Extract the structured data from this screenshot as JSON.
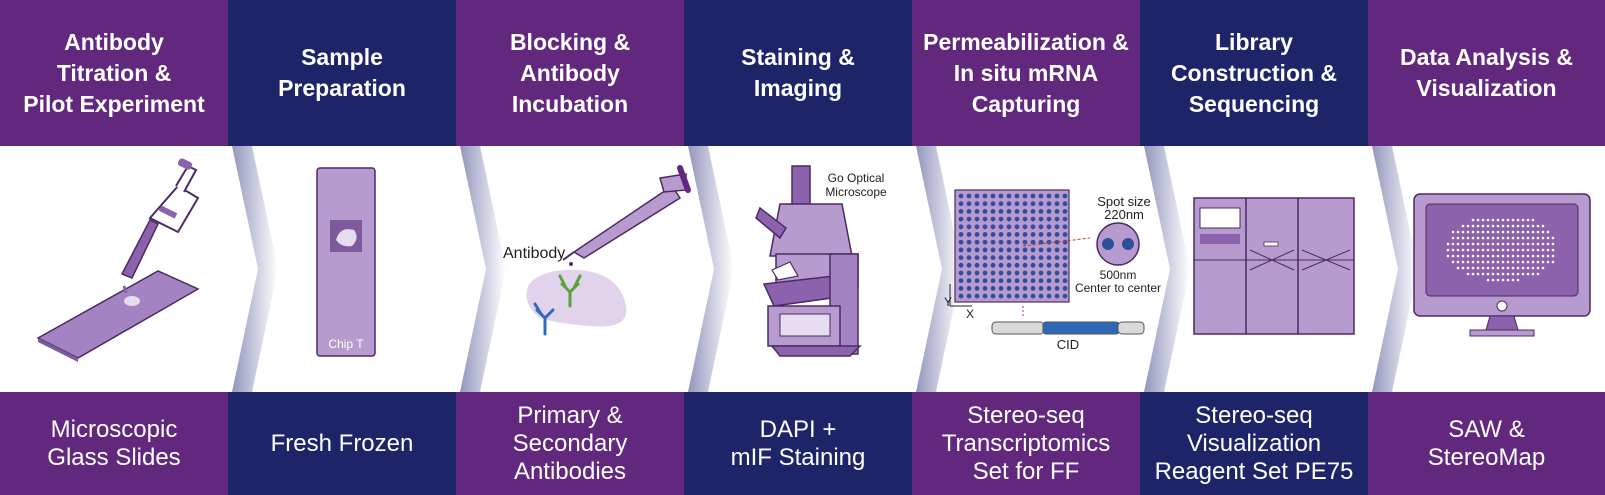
{
  "colors": {
    "purple": "#62287e",
    "navy": "#1d2468",
    "light_purple": "#b79bcf",
    "mid_purple": "#9a7bb8"
  },
  "steps": [
    {
      "title": "Antibody\nTitration &\nPilot Experiment",
      "material": "Microscopic\nGlass Slides",
      "illustration": "pipette-slide-icon"
    },
    {
      "title": "Sample\nPreparation",
      "material": "Fresh Frozen",
      "illustration": "chip-icon",
      "inner_label": "Chip T"
    },
    {
      "title": "Blocking &\nAntibody\nIncubation",
      "material": "Primary &\nSecondary\nAntibodies",
      "illustration": "antibody-tissue-icon",
      "inner_label": "Antibody"
    },
    {
      "title": "Staining &\nImaging",
      "material": "DAPI +\nmIF  Staining",
      "illustration": "microscope-icon",
      "inner_label": "Go Optical\nMicroscope"
    },
    {
      "title": "Permeabilization &\nIn situ mRNA\nCapturing",
      "material": "Stereo-seq\nTranscriptomics\nSet for FF",
      "illustration": "chip-grid-icon",
      "spot_label": "Spot size\n220nm",
      "distance_label": "500nm\nCenter to center",
      "cid_label": "CID",
      "axis_x": "X",
      "axis_y": "Y"
    },
    {
      "title": "Library\nConstruction &\nSequencing",
      "material": "Stereo-seq\nVisualization\nReagent Set PE75",
      "illustration": "sequencer-icon"
    },
    {
      "title": "Data Analysis &\nVisualization",
      "material": "SAW &\nStereoMap",
      "illustration": "monitor-icon"
    }
  ]
}
